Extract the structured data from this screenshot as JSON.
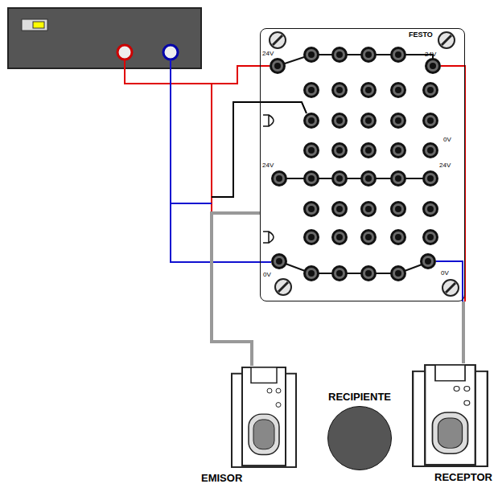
{
  "diagram": {
    "nodes": [
      {
        "text": [
          "FESTO",
          "24V",
          "24V",
          "24V",
          "24V",
          "0V",
          "0V",
          "0V"
        ]
      },
      {
        "text": [
          "EMISOR"
        ]
      },
      {
        "text": [
          "RECIPIENTE"
        ]
      },
      {
        "text": [
          "RECEPTOR"
        ]
      }
    ],
    "edges": [
      {
        "from": 0,
        "to": 1,
        "arrow": "none"
      },
      {
        "from": 0,
        "to": 3,
        "arrow": "none"
      }
    ]
  }
}
